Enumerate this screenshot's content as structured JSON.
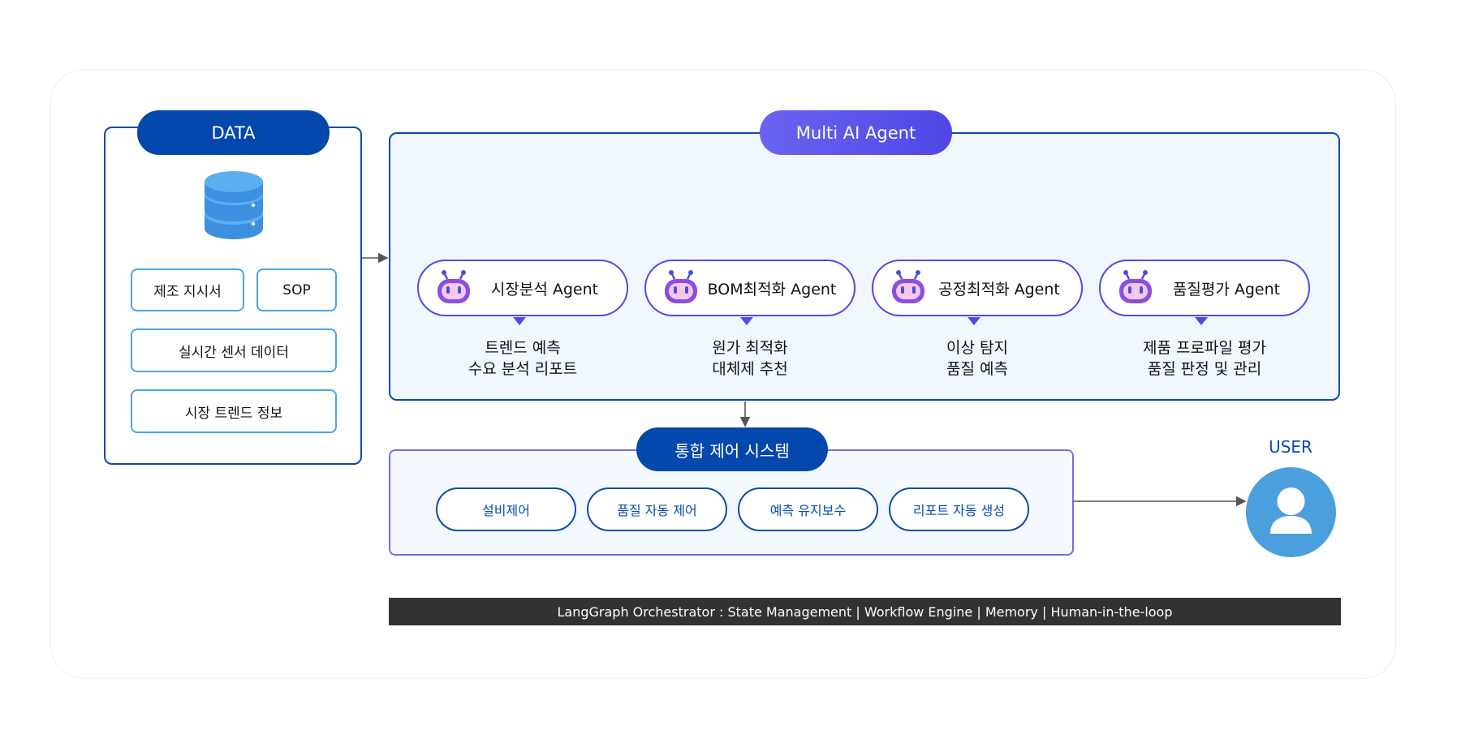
{
  "data_panel": {
    "title": "DATA",
    "sources": [
      "제조 지시서",
      "SOP",
      "실시간 센서 데이터",
      "시장 트렌드 정보"
    ]
  },
  "agent_panel": {
    "title": "Multi AI Agent",
    "agents": [
      {
        "name": "시장분석 Agent",
        "desc_line1": "트렌드 예측",
        "desc_line2": "수요 분석 리포트"
      },
      {
        "name": "BOM최적화 Agent",
        "desc_line1": "원가 최적화",
        "desc_line2": "대체제 추천"
      },
      {
        "name": "공정최적화 Agent",
        "desc_line1": "이상 탐지",
        "desc_line2": "품질 예측"
      },
      {
        "name": "품질평가 Agent",
        "desc_line1": "제품 프로파일 평가",
        "desc_line2": "품질 판정 및 관리"
      }
    ]
  },
  "control_panel": {
    "title": "통합 제어 시스템",
    "buttons": [
      "설비제어",
      "품질 자동 제어",
      "예측 유지보수",
      "리포트 자동 생성"
    ]
  },
  "user": {
    "label": "USER"
  },
  "orchestrator": {
    "text": "LangGraph Orchestrator :  State Management | Workflow Engine | Memory | Human-in-the-loop"
  },
  "colors": {
    "primary_blue": "#0447ad",
    "agent_purple": "#5546e6",
    "sky_blue": "#46a7e8",
    "user_circle": "#4a9fdc",
    "orchestrator_bg": "#323232"
  },
  "icons": {
    "database": "database-icon",
    "agent": "robot-icon",
    "user": "user-icon"
  }
}
